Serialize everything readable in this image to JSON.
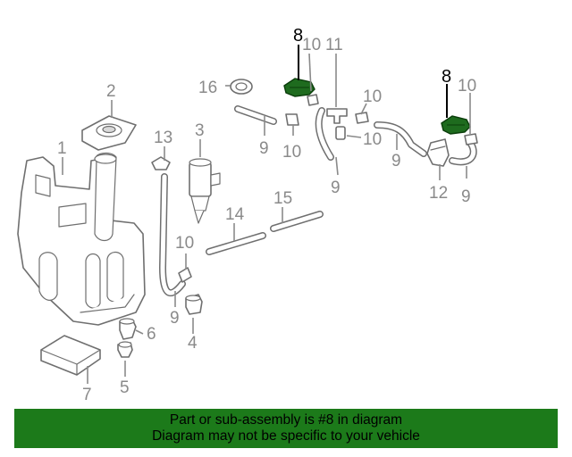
{
  "diagram": {
    "callouts": {
      "c1": "1",
      "c2": "2",
      "c3": "3",
      "c4": "4",
      "c5": "5",
      "c6": "6",
      "c7": "7",
      "c8a": "8",
      "c8b": "8",
      "c9a": "9",
      "c9b": "9",
      "c9c": "9",
      "c9d": "9",
      "c9e": "9",
      "c10a": "10",
      "c10b": "10",
      "c10c": "10",
      "c10d": "10",
      "c10e": "10",
      "c10f": "10",
      "c11": "11",
      "c12": "12",
      "c13": "13",
      "c14": "14",
      "c15": "15",
      "c16": "16"
    },
    "highlight_color": "#1e6b1e"
  },
  "banner": {
    "line1": "Part or sub-assembly is #8 in diagram",
    "line2": "Diagram may not be specific to your vehicle",
    "color": "#1c7a1a"
  }
}
